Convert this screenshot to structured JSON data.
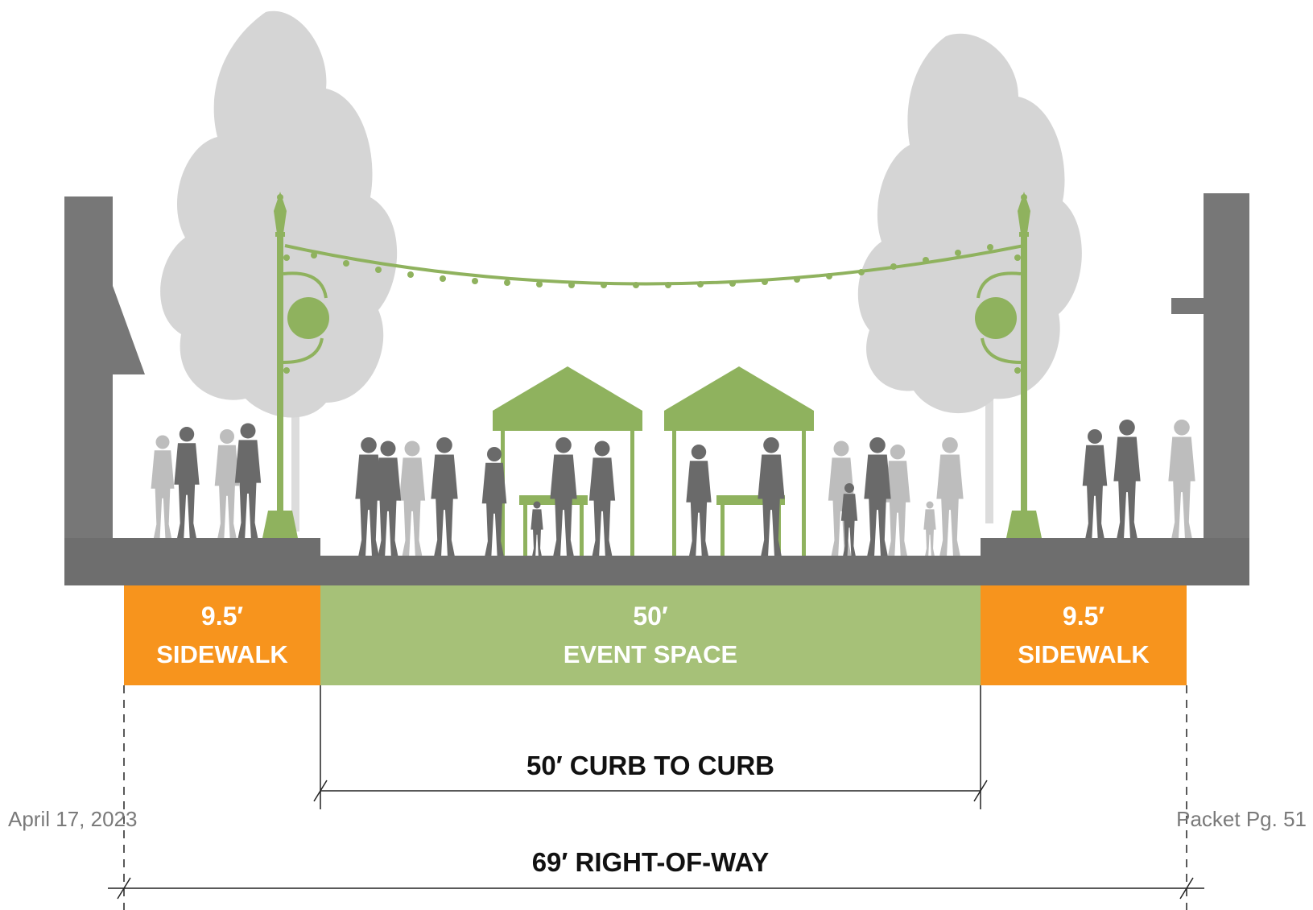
{
  "colors": {
    "building": "#777777",
    "ground": "#6e6e6e",
    "tree": "#d4d4d4",
    "green": "#8fb25e",
    "green_band": "#a6c178",
    "orange": "#f7941d",
    "person_dark": "#6a6a6a",
    "person_light": "#bdbdbd",
    "dim_line": "#222222"
  },
  "sections": {
    "left_sidewalk": {
      "width": "9.5′",
      "label": "SIDEWALK"
    },
    "event_space": {
      "width": "50′",
      "label": "EVENT SPACE"
    },
    "right_sidewalk": {
      "width": "9.5′",
      "label": "SIDEWALK"
    }
  },
  "dimensions": {
    "curb_to_curb": "50′ CURB TO CURB",
    "right_of_way": "69′ RIGHT-OF-WAY"
  },
  "footer": {
    "date": "April 17, 2023",
    "page": "Packet Pg. 51"
  }
}
